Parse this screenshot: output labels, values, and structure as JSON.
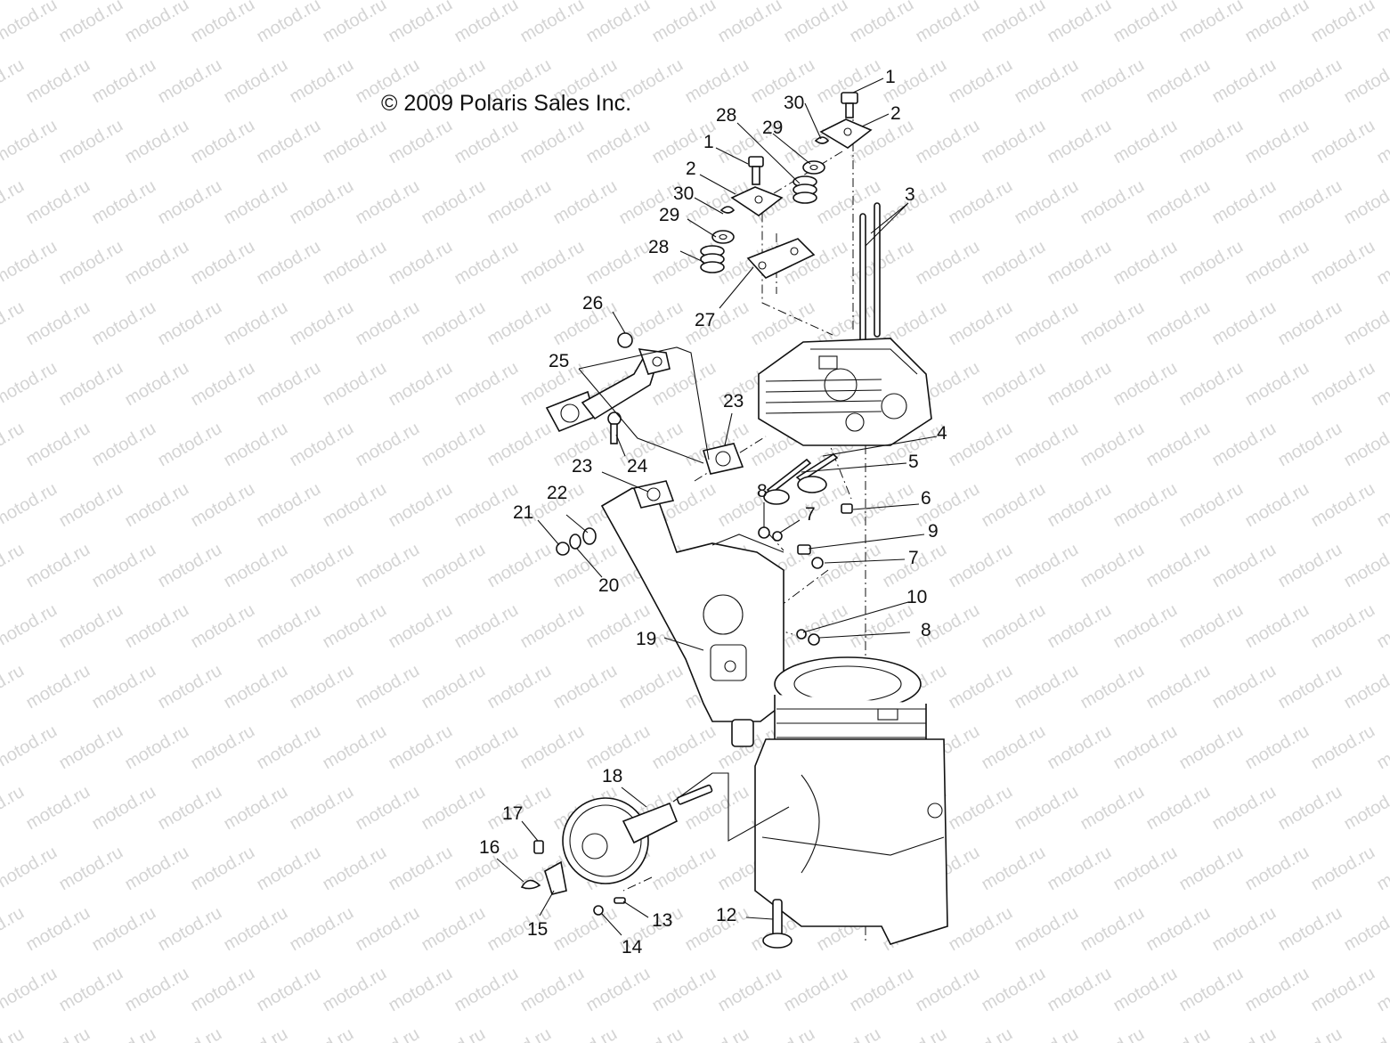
{
  "copyright": "© 2009 Polaris Sales Inc.",
  "watermark": "motod.ru",
  "callouts": [
    {
      "id": "c1a",
      "label": "1"
    },
    {
      "id": "c2a",
      "label": "2"
    },
    {
      "id": "c30a",
      "label": "30"
    },
    {
      "id": "c28a",
      "label": "28"
    },
    {
      "id": "c29a",
      "label": "29"
    },
    {
      "id": "c1b",
      "label": "1"
    },
    {
      "id": "c2b",
      "label": "2"
    },
    {
      "id": "c30b",
      "label": "30"
    },
    {
      "id": "c29b",
      "label": "29"
    },
    {
      "id": "c28b",
      "label": "28"
    },
    {
      "id": "c3",
      "label": "3"
    },
    {
      "id": "c27",
      "label": "27"
    },
    {
      "id": "c26",
      "label": "26"
    },
    {
      "id": "c25",
      "label": "25"
    },
    {
      "id": "c23a",
      "label": "23"
    },
    {
      "id": "c24",
      "label": "24"
    },
    {
      "id": "c23b",
      "label": "23"
    },
    {
      "id": "c4",
      "label": "4"
    },
    {
      "id": "c5",
      "label": "5"
    },
    {
      "id": "c8a",
      "label": "8"
    },
    {
      "id": "c6",
      "label": "6"
    },
    {
      "id": "c7a",
      "label": "7"
    },
    {
      "id": "c9",
      "label": "9"
    },
    {
      "id": "c7b",
      "label": "7"
    },
    {
      "id": "c21",
      "label": "21"
    },
    {
      "id": "c22",
      "label": "22"
    },
    {
      "id": "c20",
      "label": "20"
    },
    {
      "id": "c10",
      "label": "10"
    },
    {
      "id": "c8b",
      "label": "8"
    },
    {
      "id": "c19",
      "label": "19"
    },
    {
      "id": "c18",
      "label": "18"
    },
    {
      "id": "c17",
      "label": "17"
    },
    {
      "id": "c16",
      "label": "16"
    },
    {
      "id": "c15",
      "label": "15"
    },
    {
      "id": "c14",
      "label": "14"
    },
    {
      "id": "c13",
      "label": "13"
    },
    {
      "id": "c12",
      "label": "12"
    }
  ]
}
